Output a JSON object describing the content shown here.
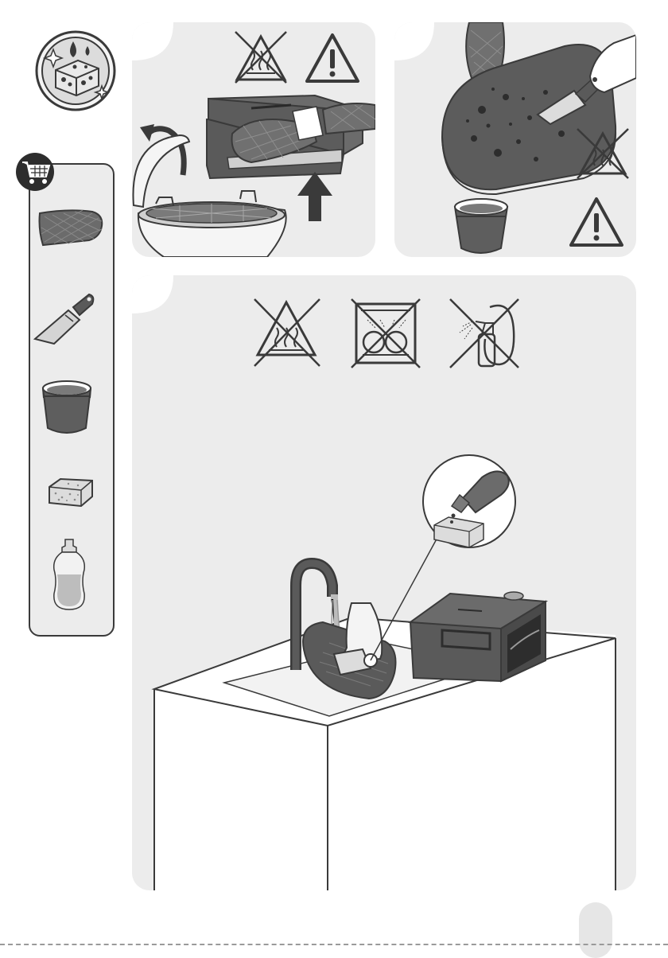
{
  "icons": {
    "cleaning": "cleaning-sponge-icon",
    "cart": "shopping-cart-icon",
    "no_hot": "no-hot-surface-icon",
    "warning": "warning-icon",
    "no_dishwasher": "no-dishwasher-icon",
    "no_spray": "no-spray-cleaner-icon"
  },
  "tools": [
    "oven-glove",
    "scraper",
    "bowl-of-water",
    "sponge",
    "dish-soap"
  ],
  "colors": {
    "panel": "#ececec",
    "dark": "#3a3a3a",
    "mid": "#6b6b6b",
    "light": "#d9d9d9"
  }
}
